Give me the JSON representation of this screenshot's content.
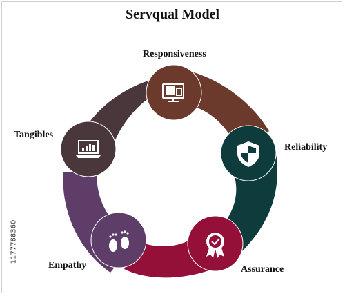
{
  "title": "Servqual Model",
  "stages": [
    {
      "label": "Responsiveness",
      "color": "#6b3a2c",
      "icon": "computer-monitor-icon"
    },
    {
      "label": "Reliability",
      "color": "#0e3b3b",
      "icon": "shield-icon"
    },
    {
      "label": "Assurance",
      "color": "#941038",
      "icon": "award-badge-icon"
    },
    {
      "label": "Empathy",
      "color": "#5e3d68",
      "icon": "footprints-icon"
    },
    {
      "label": "Tangibles",
      "color": "#4a373b",
      "icon": "laptop-chart-icon"
    }
  ],
  "stock_id": "1177788360"
}
